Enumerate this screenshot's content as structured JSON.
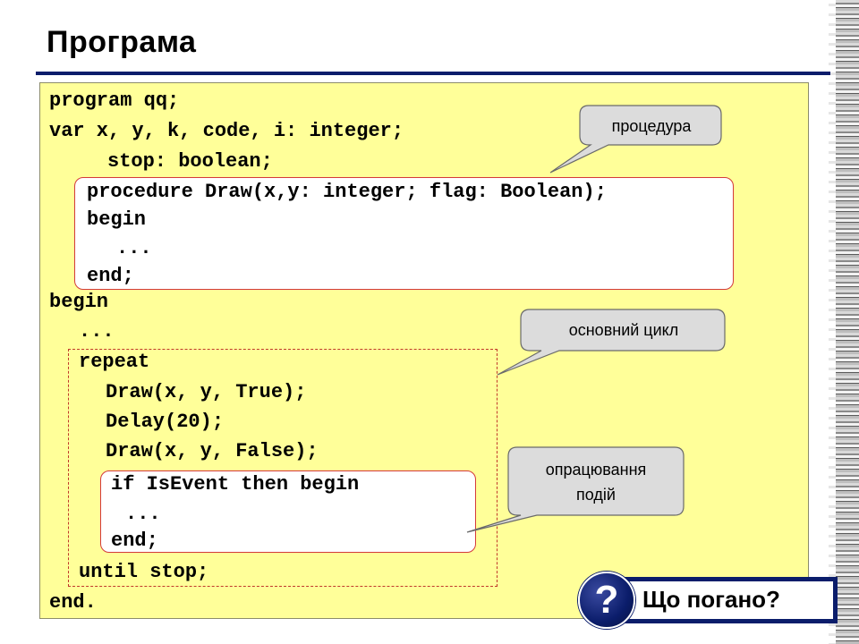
{
  "title": "Програма",
  "code": {
    "l1": "program qq;",
    "l2": "var x, y, k, code, i: integer;",
    "l3": "stop: boolean;",
    "l4": "procedure Draw(x,y: integer; flag: Boolean);",
    "l5": "begin",
    "l6": "...",
    "l7": "end;",
    "l8": "begin",
    "l9": "...",
    "l10": "repeat",
    "l11": "Draw(x, y, True);",
    "l12": "Delay(20);",
    "l13": "Draw(x, y, False);",
    "l14": "if IsEvent then begin",
    "l15": "...",
    "l16": "end;",
    "l17": "until stop;",
    "l18": "end."
  },
  "callouts": {
    "procedure": "процедура",
    "main_loop": "основний цикл",
    "events_line1": "опрацювання",
    "events_line2": "подій"
  },
  "question": {
    "icon_text": "?",
    "label": "Що погано?"
  },
  "colors": {
    "panel": "#ffff99",
    "accent": "#0b1d6b",
    "frame": "#d43a3a"
  }
}
